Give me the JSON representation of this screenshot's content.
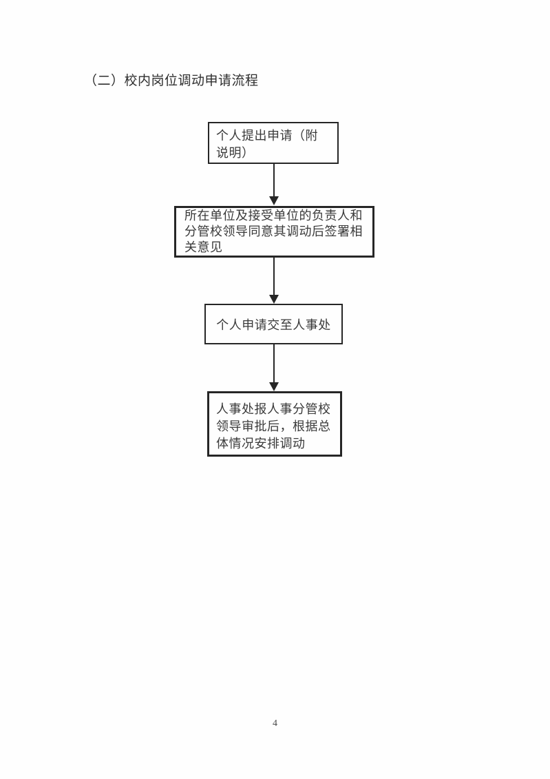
{
  "heading": {
    "text": "（二）校内岗位调动申请流程"
  },
  "flowchart": {
    "boxes": [
      {
        "id": "step-1",
        "text": "个人提出申请（附\n说明）"
      },
      {
        "id": "step-2",
        "text": "所在单位及接受单位的负责人和\n分管校领导同意其调动后签署相\n关意见"
      },
      {
        "id": "step-3",
        "text": "个人申请交至人事处"
      },
      {
        "id": "step-4",
        "text": "人事处报人事分管校\n领导审批后，根据总\n体情况安排调动"
      }
    ],
    "connector_count": 3
  },
  "page": {
    "number": "4"
  },
  "colors": {
    "paper": "#fefefe",
    "ink": "#262626",
    "text": "#3a3a3a",
    "heading_text": "#2e2e2e",
    "page_number_text": "#4a4a4a"
  }
}
